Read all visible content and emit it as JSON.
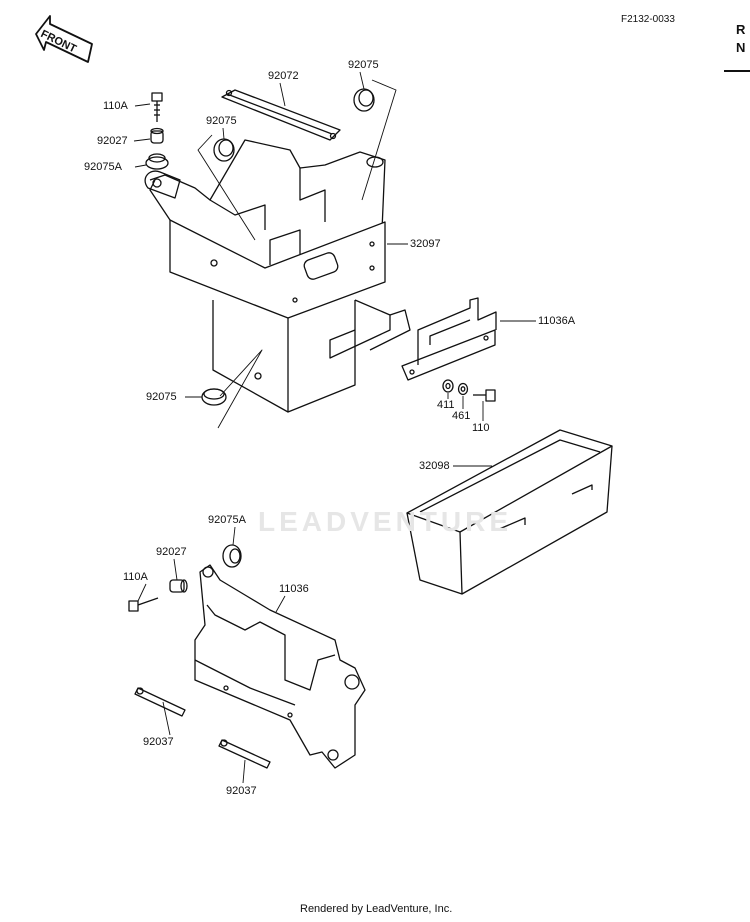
{
  "header": {
    "diagram_code": "F2132-0033",
    "front_label": "FRONT"
  },
  "edge_text": {
    "line1": "R",
    "line2": "N"
  },
  "watermark": "LEADVENTURE",
  "footer": "Rendered by LeadVenture, Inc.",
  "callouts": [
    {
      "id": "c1",
      "text": "110A"
    },
    {
      "id": "c2",
      "text": "92072"
    },
    {
      "id": "c3",
      "text": "92075"
    },
    {
      "id": "c4",
      "text": "92027"
    },
    {
      "id": "c5",
      "text": "92075"
    },
    {
      "id": "c6",
      "text": "92075A"
    },
    {
      "id": "c7",
      "text": "32097"
    },
    {
      "id": "c8",
      "text": "11036A"
    },
    {
      "id": "c9",
      "text": "92075"
    },
    {
      "id": "c10",
      "text": "411"
    },
    {
      "id": "c11",
      "text": "461"
    },
    {
      "id": "c12",
      "text": "110"
    },
    {
      "id": "c13",
      "text": "32098"
    },
    {
      "id": "c14",
      "text": "92075A"
    },
    {
      "id": "c15",
      "text": "92027"
    },
    {
      "id": "c16",
      "text": "110A"
    },
    {
      "id": "c17",
      "text": "11036"
    },
    {
      "id": "c18",
      "text": "92037"
    },
    {
      "id": "c19",
      "text": "92037"
    }
  ]
}
